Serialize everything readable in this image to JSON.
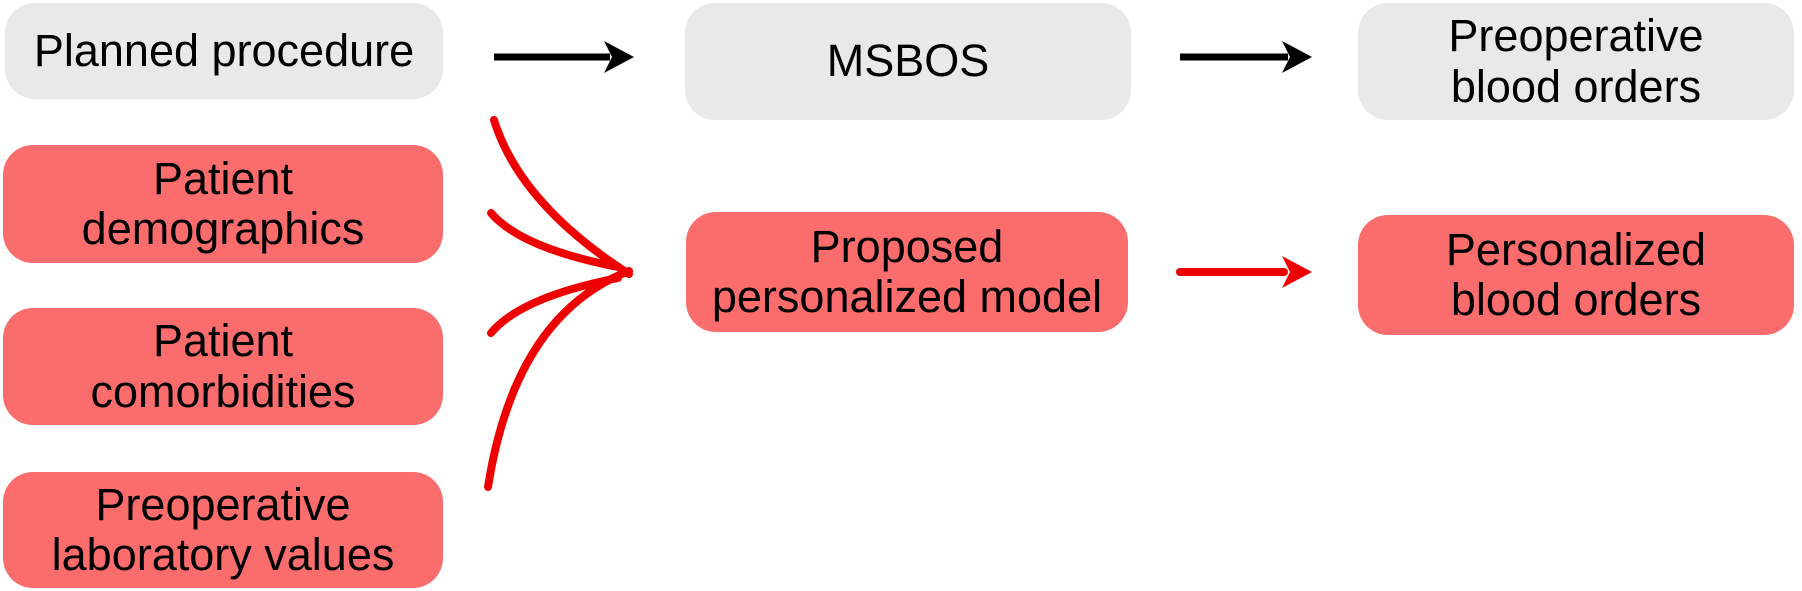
{
  "figure": {
    "background": "#ffffff",
    "colors": {
      "gray_box": "#e9e9e9",
      "red_box": "#fb6d6d",
      "arrow_red": "#ee0000",
      "arrow_black": "#000000",
      "text": "#000000"
    },
    "nodes": [
      {
        "id": "planned-procedure",
        "label": "Planned procedure",
        "style": "gray"
      },
      {
        "id": "patient-demographics",
        "label": "Patient demographics",
        "style": "red"
      },
      {
        "id": "patient-comorbidities",
        "label": "Patient comorbidities",
        "style": "red"
      },
      {
        "id": "preoperative-laboratory-values",
        "label": "Preoperative laboratory values",
        "style": "red"
      },
      {
        "id": "msbos",
        "label": "MSBOS",
        "style": "gray"
      },
      {
        "id": "proposed-personalized-model",
        "label": "Proposed personalized model",
        "style": "red"
      },
      {
        "id": "preoperative-blood-orders",
        "label": "Preoperative blood orders",
        "style": "gray"
      },
      {
        "id": "personalized-blood-orders",
        "label": "Personalized blood orders",
        "style": "red"
      }
    ],
    "edges": [
      {
        "from": [
          "planned-procedure"
        ],
        "to": "msbos",
        "color": "black",
        "type": "straight-arrow"
      },
      {
        "from": [
          "msbos"
        ],
        "to": "preoperative-blood-orders",
        "color": "black",
        "type": "straight-arrow"
      },
      {
        "from": [
          "planned-procedure",
          "patient-demographics",
          "patient-comorbidities",
          "preoperative-laboratory-values"
        ],
        "to": "proposed-personalized-model",
        "color": "red",
        "type": "converging-curves"
      },
      {
        "from": [
          "proposed-personalized-model"
        ],
        "to": "personalized-blood-orders",
        "color": "red",
        "type": "straight-arrow"
      }
    ]
  }
}
